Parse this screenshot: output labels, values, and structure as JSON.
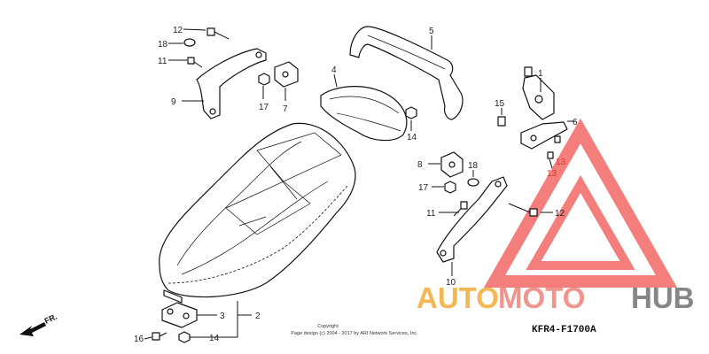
{
  "callouts": {
    "p1": "1",
    "p2": "2",
    "p3": "3",
    "p4": "4",
    "p5": "5",
    "p6": "6",
    "p7": "7",
    "p8": "8",
    "p9": "9",
    "p10": "10",
    "p11a": "11",
    "p11b": "11",
    "p12a": "12",
    "p12b": "12",
    "p13a": "13",
    "p13b": "13",
    "p14a": "14",
    "p14b": "14",
    "p15": "15",
    "p16": "16",
    "p17a": "17",
    "p17b": "17",
    "p18a": "18",
    "p18b": "18"
  },
  "direction_label": "FR.",
  "copyright_line1": "Copyright",
  "copyright_line2": "Page design (c) 2004 - 2017 by ARI Network Services, Inc.",
  "diagram_ref": "KFR4-F1700A",
  "watermark": {
    "part1": "AUTO",
    "part2": "MOTO",
    "part3": "HUB",
    "color_auto": "#f5b041",
    "color_moto": "#ee8a82",
    "color_hub": "#7a7a7a",
    "triangle_color": "#ef5350"
  }
}
